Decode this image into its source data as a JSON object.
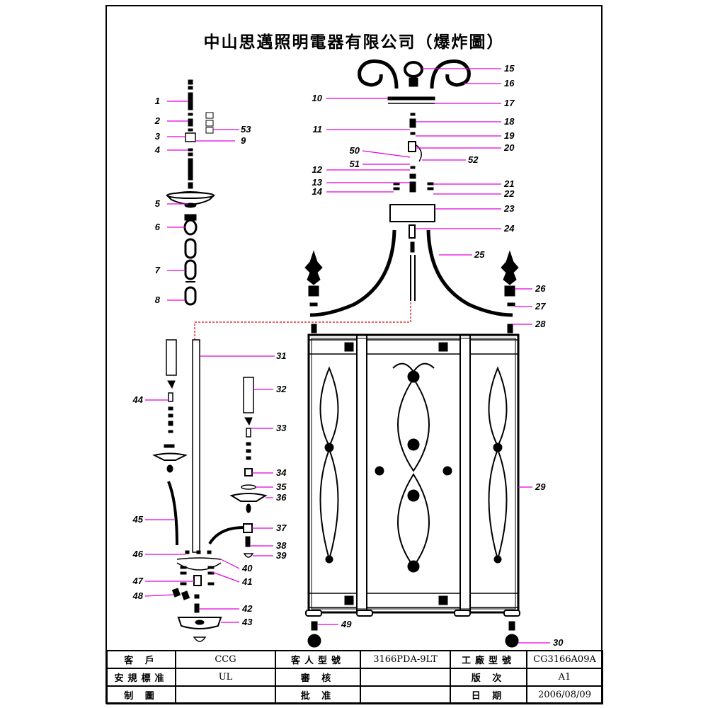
{
  "title": "中山思邁照明電器有限公司（爆炸圖）",
  "part_numbers": [
    "1",
    "2",
    "3",
    "4",
    "5",
    "6",
    "7",
    "8",
    "9",
    "10",
    "11",
    "12",
    "13",
    "14",
    "15",
    "16",
    "17",
    "18",
    "19",
    "20",
    "21",
    "22",
    "23",
    "24",
    "25",
    "26",
    "27",
    "28",
    "29",
    "30",
    "31",
    "32",
    "33",
    "34",
    "35",
    "36",
    "37",
    "38",
    "39",
    "40",
    "41",
    "42",
    "43",
    "44",
    "45",
    "46",
    "47",
    "48",
    "49",
    "50",
    "51",
    "52",
    "53"
  ],
  "title_block": {
    "customer_label": "客 戶",
    "customer": "CCG",
    "customer_model_label": "客人型號",
    "customer_model": "3166PDA-9LT",
    "factory_model_label": "工廠型號",
    "factory_model": "CG3166A09A",
    "standard_label": "安規標准",
    "standard": "UL",
    "review_label": "審 核",
    "review": "",
    "version_label": "版 次",
    "version": "A1",
    "drawn_label": "制 圖",
    "drawn": "",
    "approve_label": "批 准",
    "approve": "",
    "date_label": "日 期",
    "date": "2006/08/09"
  },
  "colors": {
    "leader": "#e000e0",
    "wire": "#e00000",
    "ink": "#000000"
  }
}
